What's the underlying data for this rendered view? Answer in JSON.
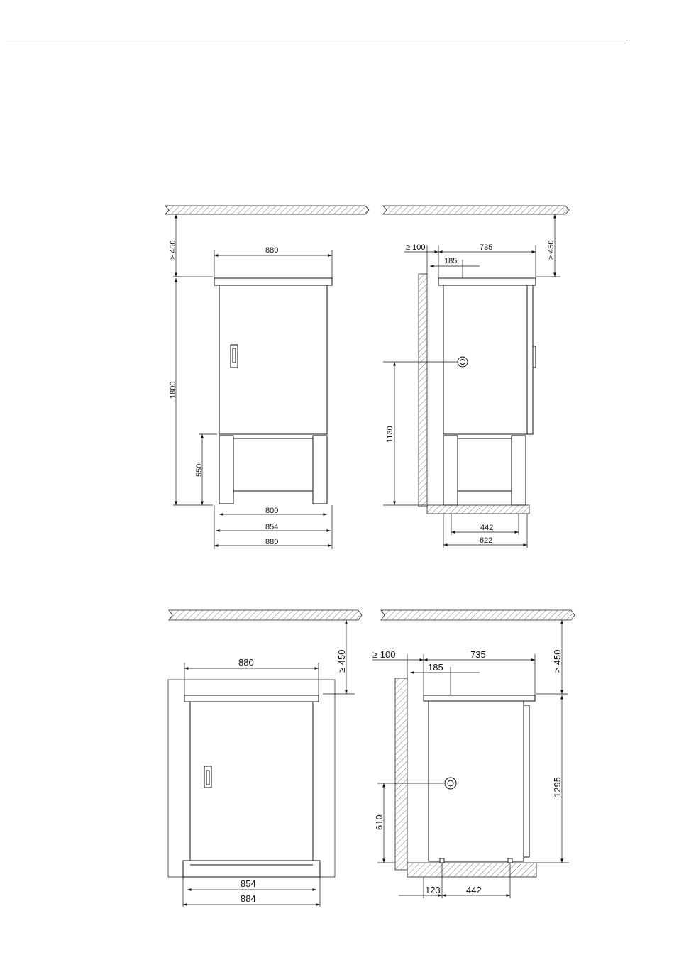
{
  "dimensions": {
    "top_front": {
      "clearance": "≥ 450",
      "roof_width": "880",
      "height": "1800",
      "base_height": "550",
      "inner_width": "800",
      "mid_width": "854",
      "outer_width": "880"
    },
    "top_side": {
      "wall_gap": "≥ 100",
      "depth": "735",
      "offset": "185",
      "clearance": "≥ 450",
      "inlet_height": "1130",
      "foot_spacing": "442",
      "base_depth": "622"
    },
    "bottom_front": {
      "roof_width": "880",
      "clearance": "≥ 450",
      "mid_width": "854",
      "base_width": "884"
    },
    "bottom_side": {
      "wall_gap": "≥ 100",
      "depth": "735",
      "offset": "185",
      "clearance": "≥ 450",
      "height": "1295",
      "inlet_height": "610",
      "wall_offset": "123",
      "foot_spacing": "442"
    }
  }
}
